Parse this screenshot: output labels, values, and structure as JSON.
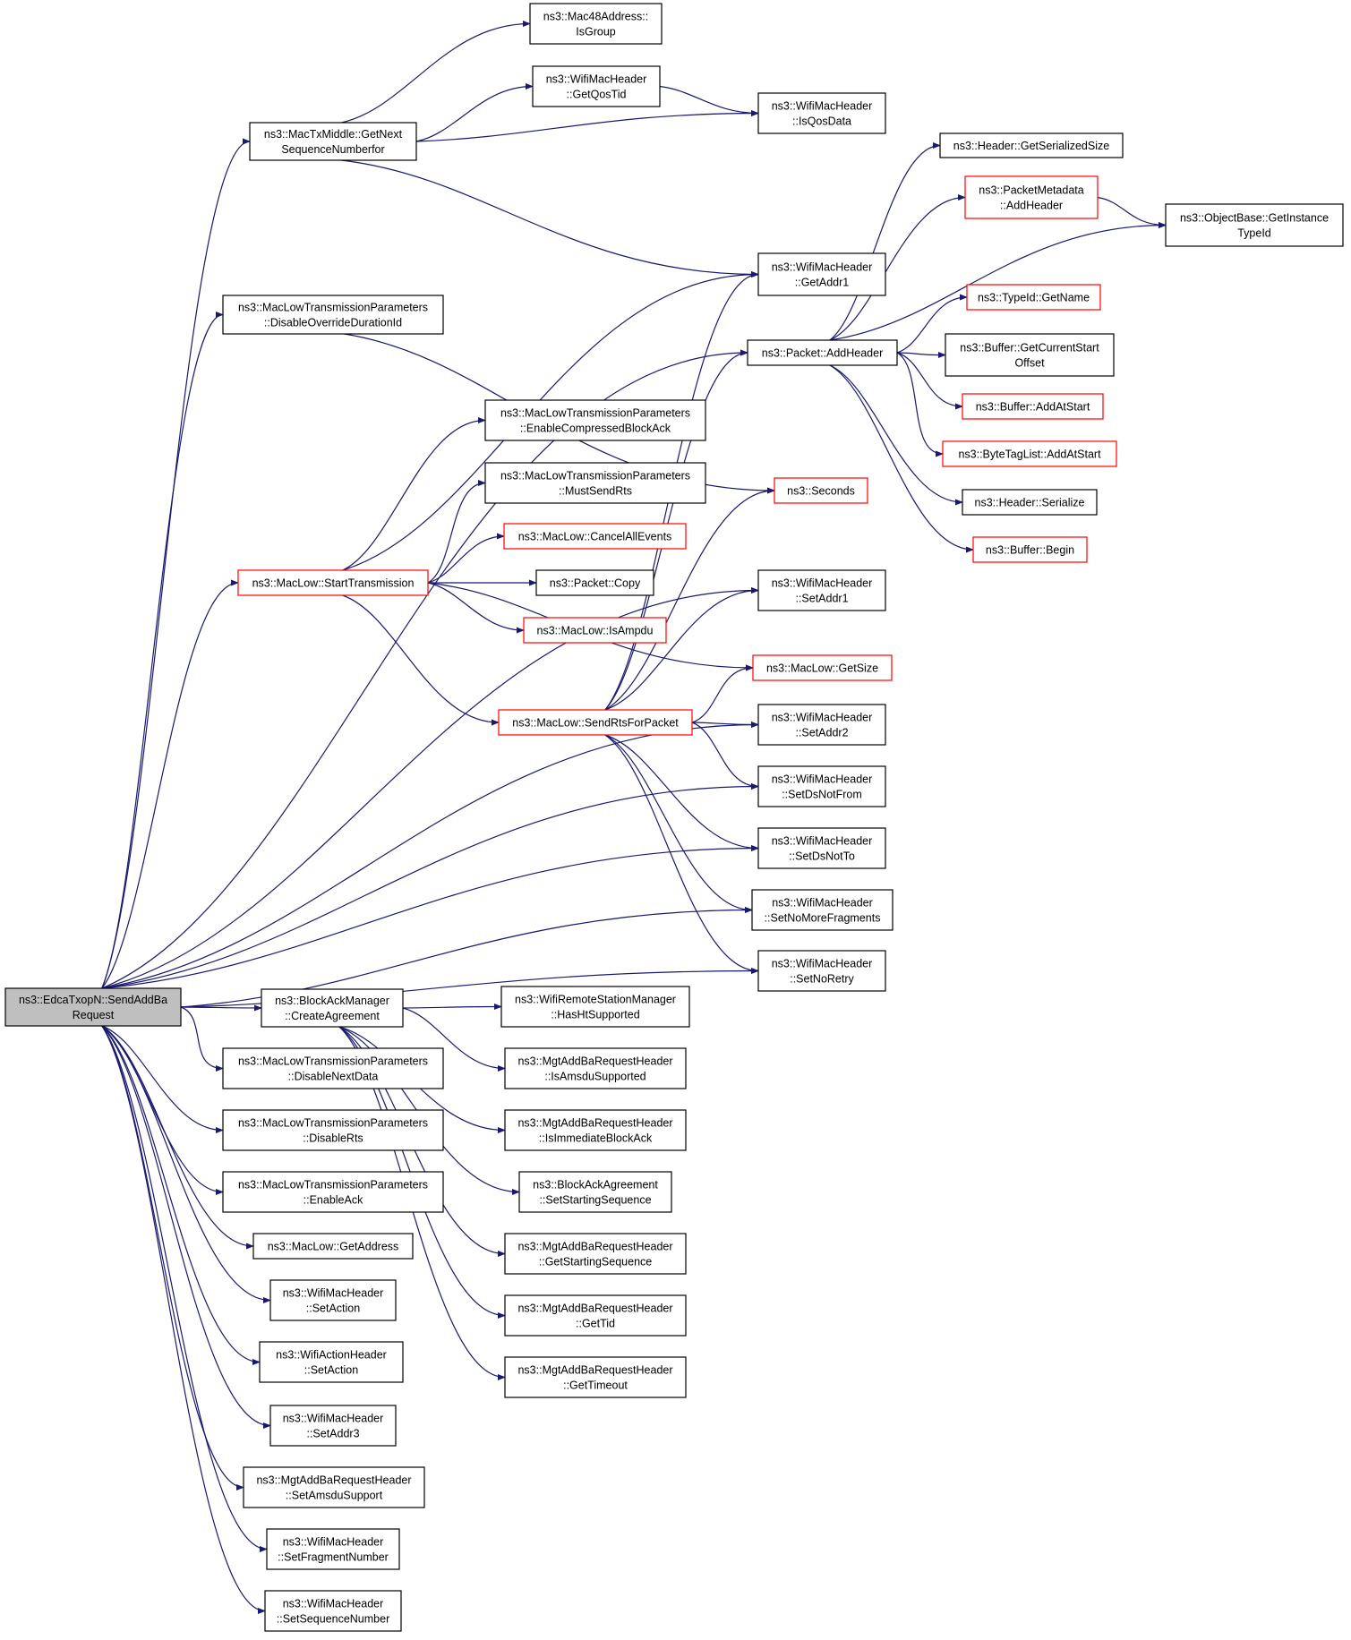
{
  "nodes": [
    {
      "id": "root",
      "lines": [
        "ns3::EdcaTxopN::SendAddBa",
        "Request"
      ],
      "style": "root"
    },
    {
      "id": "isgroup",
      "lines": [
        "ns3::Mac48Address::",
        "IsGroup"
      ],
      "style": "normal"
    },
    {
      "id": "getqostid",
      "lines": [
        "ns3::WifiMacHeader",
        "::GetQosTid"
      ],
      "style": "normal"
    },
    {
      "id": "isqosdata",
      "lines": [
        "ns3::WifiMacHeader",
        "::IsQosData"
      ],
      "style": "normal"
    },
    {
      "id": "getnextseq",
      "lines": [
        "ns3::MacTxMiddle::GetNext",
        "SequenceNumberfor"
      ],
      "style": "normal"
    },
    {
      "id": "getserializedsize",
      "lines": [
        "ns3::Header::GetSerializedSize"
      ],
      "style": "normal"
    },
    {
      "id": "pm_addheader",
      "lines": [
        "ns3::PacketMetadata",
        "::AddHeader"
      ],
      "style": "red"
    },
    {
      "id": "getinstancetypeid",
      "lines": [
        "ns3::ObjectBase::GetInstance",
        "TypeId"
      ],
      "style": "normal"
    },
    {
      "id": "getaddr1",
      "lines": [
        "ns3::WifiMacHeader",
        "::GetAddr1"
      ],
      "style": "normal"
    },
    {
      "id": "typeid_getname",
      "lines": [
        "ns3::TypeId::GetName"
      ],
      "style": "red"
    },
    {
      "id": "disableoverride",
      "lines": [
        "ns3::MacLowTransmissionParameters",
        "::DisableOverrideDurationId"
      ],
      "style": "normal"
    },
    {
      "id": "packet_addheader",
      "lines": [
        "ns3::Packet::AddHeader"
      ],
      "style": "normal"
    },
    {
      "id": "getcurrentstartoffset",
      "lines": [
        "ns3::Buffer::GetCurrentStart",
        "Offset"
      ],
      "style": "normal"
    },
    {
      "id": "enablecompressedba",
      "lines": [
        "ns3::MacLowTransmissionParameters",
        "::EnableCompressedBlockAck"
      ],
      "style": "normal"
    },
    {
      "id": "buffer_addatstart",
      "lines": [
        "ns3::Buffer::AddAtStart"
      ],
      "style": "red"
    },
    {
      "id": "bytetaglist_addatstart",
      "lines": [
        "ns3::ByteTagList::AddAtStart"
      ],
      "style": "red"
    },
    {
      "id": "mustsendrts",
      "lines": [
        "ns3::MacLowTransmissionParameters",
        "::MustSendRts"
      ],
      "style": "normal"
    },
    {
      "id": "seconds",
      "lines": [
        "ns3::Seconds"
      ],
      "style": "red"
    },
    {
      "id": "header_serialize",
      "lines": [
        "ns3::Header::Serialize"
      ],
      "style": "normal"
    },
    {
      "id": "cancelallevents",
      "lines": [
        "ns3::MacLow::CancelAllEvents"
      ],
      "style": "red"
    },
    {
      "id": "buffer_begin",
      "lines": [
        "ns3::Buffer::Begin"
      ],
      "style": "red"
    },
    {
      "id": "starttransmission",
      "lines": [
        "ns3::MacLow::StartTransmission"
      ],
      "style": "red"
    },
    {
      "id": "packet_copy",
      "lines": [
        "ns3::Packet::Copy"
      ],
      "style": "normal"
    },
    {
      "id": "setaddr1",
      "lines": [
        "ns3::WifiMacHeader",
        "::SetAddr1"
      ],
      "style": "normal"
    },
    {
      "id": "isampdu",
      "lines": [
        "ns3::MacLow::IsAmpdu"
      ],
      "style": "red"
    },
    {
      "id": "getsize",
      "lines": [
        "ns3::MacLow::GetSize"
      ],
      "style": "red"
    },
    {
      "id": "sendrtsforpacket",
      "lines": [
        "ns3::MacLow::SendRtsForPacket"
      ],
      "style": "red"
    },
    {
      "id": "setaddr2",
      "lines": [
        "ns3::WifiMacHeader",
        "::SetAddr2"
      ],
      "style": "normal"
    },
    {
      "id": "setdsnotfrom",
      "lines": [
        "ns3::WifiMacHeader",
        "::SetDsNotFrom"
      ],
      "style": "normal"
    },
    {
      "id": "setdsnotto",
      "lines": [
        "ns3::WifiMacHeader",
        "::SetDsNotTo"
      ],
      "style": "normal"
    },
    {
      "id": "setnomorefragments",
      "lines": [
        "ns3::WifiMacHeader",
        "::SetNoMoreFragments"
      ],
      "style": "normal"
    },
    {
      "id": "setnoretry",
      "lines": [
        "ns3::WifiMacHeader",
        "::SetNoRetry"
      ],
      "style": "normal"
    },
    {
      "id": "createagreement",
      "lines": [
        "ns3::BlockAckManager",
        "::CreateAgreement"
      ],
      "style": "normal"
    },
    {
      "id": "hashtsupported",
      "lines": [
        "ns3::WifiRemoteStationManager",
        "::HasHtSupported"
      ],
      "style": "normal"
    },
    {
      "id": "disablenextdata",
      "lines": [
        "ns3::MacLowTransmissionParameters",
        "::DisableNextData"
      ],
      "style": "normal"
    },
    {
      "id": "isamsdusupported",
      "lines": [
        "ns3::MgtAddBaRequestHeader",
        "::IsAmsduSupported"
      ],
      "style": "normal"
    },
    {
      "id": "disablerts",
      "lines": [
        "ns3::MacLowTransmissionParameters",
        "::DisableRts"
      ],
      "style": "normal"
    },
    {
      "id": "isimmediateblockack",
      "lines": [
        "ns3::MgtAddBaRequestHeader",
        "::IsImmediateBlockAck"
      ],
      "style": "normal"
    },
    {
      "id": "enableack",
      "lines": [
        "ns3::MacLowTransmissionParameters",
        "::EnableAck"
      ],
      "style": "normal"
    },
    {
      "id": "bastartingsequence",
      "lines": [
        "ns3::BlockAckAgreement",
        "::SetStartingSequence"
      ],
      "style": "normal"
    },
    {
      "id": "getaddress",
      "lines": [
        "ns3::MacLow::GetAddress"
      ],
      "style": "normal"
    },
    {
      "id": "getstartingsequence",
      "lines": [
        "ns3::MgtAddBaRequestHeader",
        "::GetStartingSequence"
      ],
      "style": "normal"
    },
    {
      "id": "wmh_setaction",
      "lines": [
        "ns3::WifiMacHeader",
        "::SetAction"
      ],
      "style": "normal"
    },
    {
      "id": "gettid",
      "lines": [
        "ns3::MgtAddBaRequestHeader",
        "::GetTid"
      ],
      "style": "normal"
    },
    {
      "id": "wah_setaction",
      "lines": [
        "ns3::WifiActionHeader",
        "::SetAction"
      ],
      "style": "normal"
    },
    {
      "id": "gettimeout",
      "lines": [
        "ns3::MgtAddBaRequestHeader",
        "::GetTimeout"
      ],
      "style": "normal"
    },
    {
      "id": "setaddr3",
      "lines": [
        "ns3::WifiMacHeader",
        "::SetAddr3"
      ],
      "style": "normal"
    },
    {
      "id": "setamsdusupport",
      "lines": [
        "ns3::MgtAddBaRequestHeader",
        "::SetAmsduSupport"
      ],
      "style": "normal"
    },
    {
      "id": "setfragmentnumber",
      "lines": [
        "ns3::WifiMacHeader",
        "::SetFragmentNumber"
      ],
      "style": "normal"
    },
    {
      "id": "setsequencenumber",
      "lines": [
        "ns3::WifiMacHeader",
        "::SetSequenceNumber"
      ],
      "style": "normal"
    }
  ],
  "edges": [
    [
      "root",
      "getnextseq"
    ],
    [
      "root",
      "disableoverride"
    ],
    [
      "root",
      "packet_addheader"
    ],
    [
      "root",
      "setaddr1"
    ],
    [
      "root",
      "starttransmission"
    ],
    [
      "root",
      "setaddr2"
    ],
    [
      "root",
      "setdsnotfrom"
    ],
    [
      "root",
      "setdsnotto"
    ],
    [
      "root",
      "setnomorefragments"
    ],
    [
      "root",
      "setnoretry"
    ],
    [
      "root",
      "createagreement"
    ],
    [
      "root",
      "disablenextdata"
    ],
    [
      "root",
      "disablerts"
    ],
    [
      "root",
      "enableack"
    ],
    [
      "root",
      "getaddress"
    ],
    [
      "root",
      "wmh_setaction"
    ],
    [
      "root",
      "wah_setaction"
    ],
    [
      "root",
      "setaddr3"
    ],
    [
      "root",
      "setamsdusupport"
    ],
    [
      "root",
      "setfragmentnumber"
    ],
    [
      "root",
      "setsequencenumber"
    ],
    [
      "getnextseq",
      "isgroup"
    ],
    [
      "getnextseq",
      "getqostid"
    ],
    [
      "getnextseq",
      "isqosdata"
    ],
    [
      "getnextseq",
      "getaddr1"
    ],
    [
      "getqostid",
      "isqosdata"
    ],
    [
      "disableoverride",
      "seconds"
    ],
    [
      "packet_addheader",
      "getserializedsize"
    ],
    [
      "packet_addheader",
      "pm_addheader"
    ],
    [
      "packet_addheader",
      "getinstancetypeid"
    ],
    [
      "packet_addheader",
      "typeid_getname"
    ],
    [
      "packet_addheader",
      "getcurrentstartoffset"
    ],
    [
      "packet_addheader",
      "buffer_addatstart"
    ],
    [
      "packet_addheader",
      "bytetaglist_addatstart"
    ],
    [
      "packet_addheader",
      "header_serialize"
    ],
    [
      "packet_addheader",
      "buffer_begin"
    ],
    [
      "pm_addheader",
      "getinstancetypeid"
    ],
    [
      "starttransmission",
      "getaddr1"
    ],
    [
      "starttransmission",
      "enablecompressedba"
    ],
    [
      "starttransmission",
      "mustsendrts"
    ],
    [
      "starttransmission",
      "cancelallevents"
    ],
    [
      "starttransmission",
      "packet_copy"
    ],
    [
      "starttransmission",
      "isampdu"
    ],
    [
      "starttransmission",
      "getsize"
    ],
    [
      "starttransmission",
      "sendrtsforpacket"
    ],
    [
      "sendrtsforpacket",
      "getaddr1"
    ],
    [
      "sendrtsforpacket",
      "packet_addheader"
    ],
    [
      "sendrtsforpacket",
      "seconds"
    ],
    [
      "sendrtsforpacket",
      "setaddr1"
    ],
    [
      "sendrtsforpacket",
      "getsize"
    ],
    [
      "sendrtsforpacket",
      "setaddr2"
    ],
    [
      "sendrtsforpacket",
      "setdsnotfrom"
    ],
    [
      "sendrtsforpacket",
      "setdsnotto"
    ],
    [
      "sendrtsforpacket",
      "setnomorefragments"
    ],
    [
      "sendrtsforpacket",
      "setnoretry"
    ],
    [
      "createagreement",
      "hashtsupported"
    ],
    [
      "createagreement",
      "isamsdusupported"
    ],
    [
      "createagreement",
      "isimmediateblockack"
    ],
    [
      "createagreement",
      "bastartingsequence"
    ],
    [
      "createagreement",
      "getstartingsequence"
    ],
    [
      "createagreement",
      "gettid"
    ],
    [
      "createagreement",
      "gettimeout"
    ]
  ]
}
